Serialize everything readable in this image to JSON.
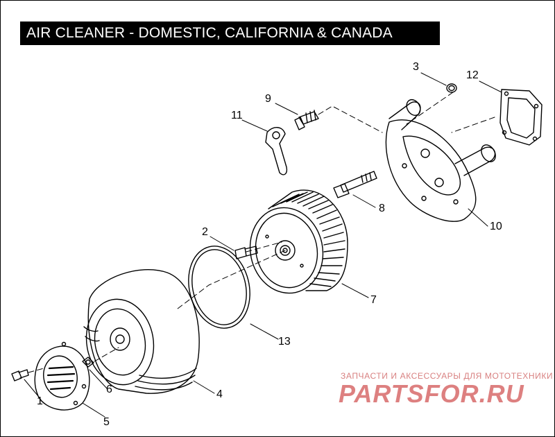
{
  "title": "AIR CLEANER - DOMESTIC, CALIFORNIA & CANADA",
  "callouts": [
    "1",
    "2",
    "3",
    "4",
    "5",
    "6",
    "7",
    "8",
    "9",
    "10",
    "11",
    "12",
    "13"
  ],
  "watermark": {
    "tagline": "ЗАПЧАСТИ И АКСЕССУАРЫ ДЛЯ МОТОТЕХНИКИ",
    "logo": "PARTSFOR.RU"
  },
  "colors": {
    "title_background": "#000000",
    "title_text": "#ffffff",
    "line_art": "#000000",
    "watermark": "#d86a6a"
  }
}
